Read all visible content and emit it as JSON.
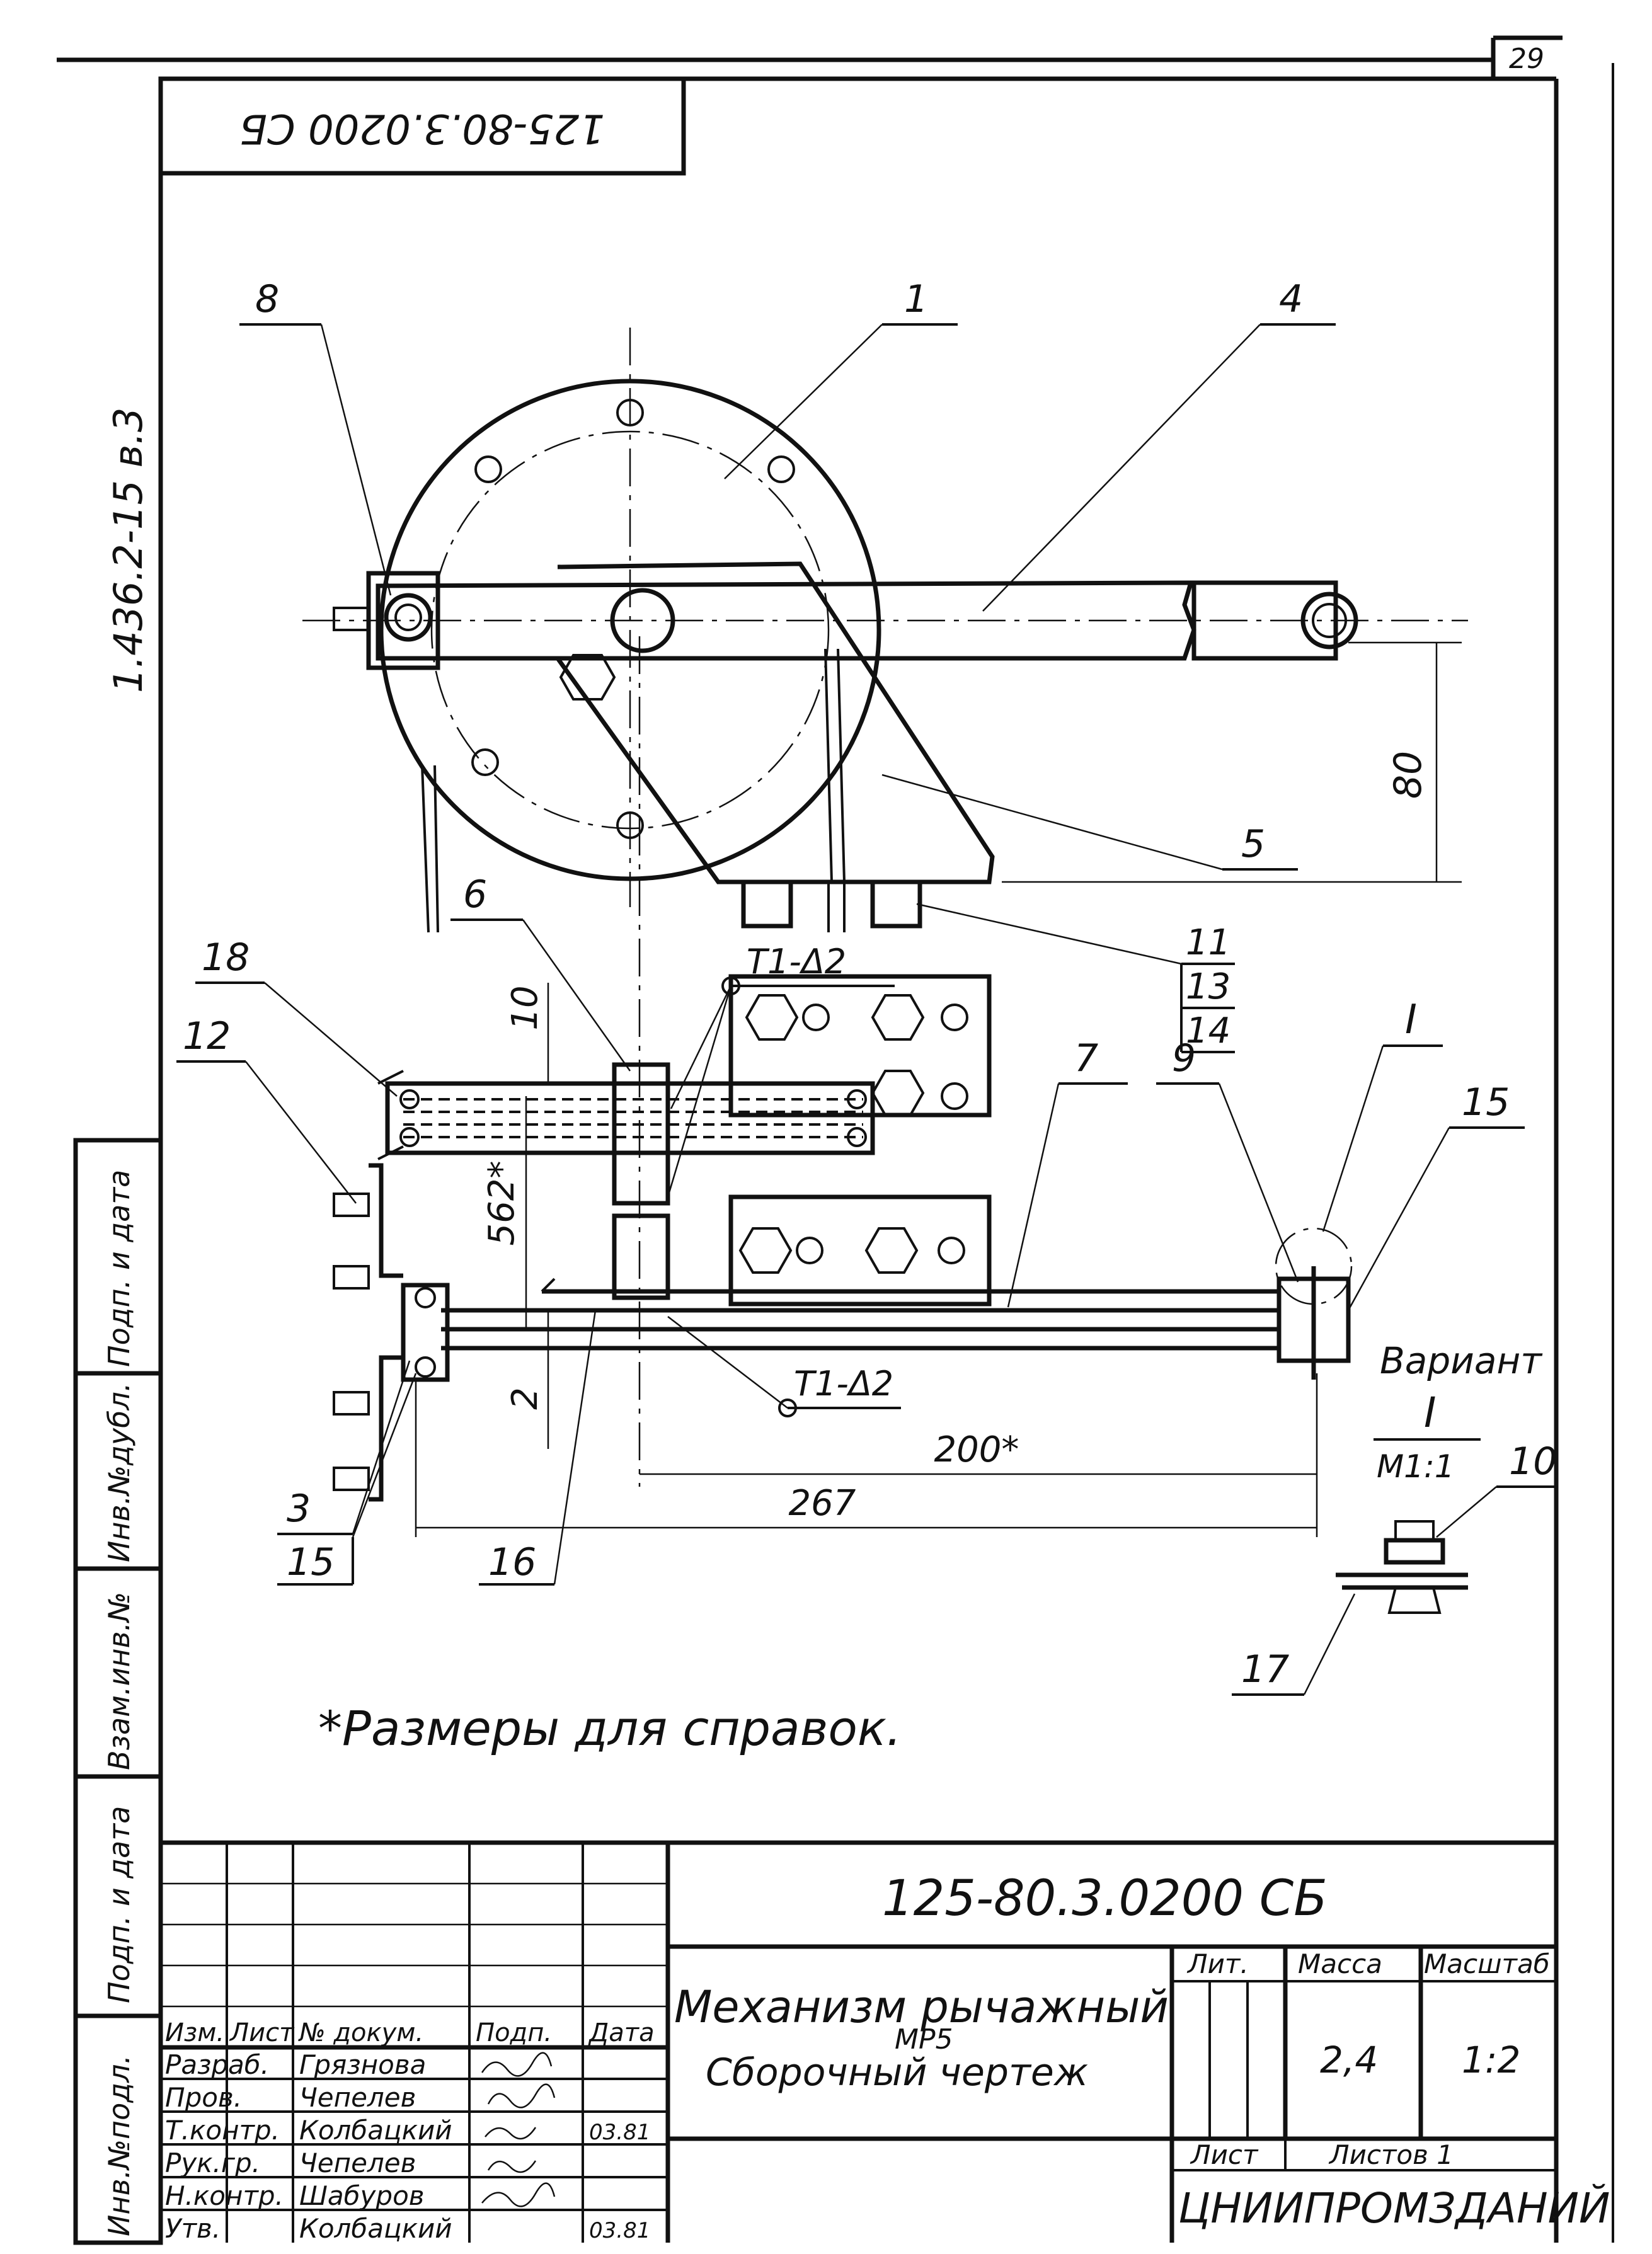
{
  "sheet_number": "29",
  "top_code": "125-80.3.0200 СБ",
  "side_code": "1.436.2-15  в.3",
  "callouts": {
    "c1": "1",
    "c4": "4",
    "c8": "8",
    "c5": "5",
    "c6": "6",
    "c11": "11",
    "c13": "13",
    "c14": "14",
    "c18": "18",
    "c12": "12",
    "c7": "7",
    "c9": "9",
    "cI": "I",
    "c15a": "15",
    "c3": "3",
    "c15b": "15",
    "c16": "16",
    "c10": "10",
    "c17": "17"
  },
  "dimensions": {
    "d80": "80",
    "d10": "10",
    "d562": "562*",
    "d2": "2",
    "d200": "200*",
    "d267": "267"
  },
  "weld_marks": {
    "top": "T1-Δ2",
    "bottom": "T1-Δ2"
  },
  "variant": {
    "label": "Вариант",
    "numeral": "I",
    "scale": "М1:1"
  },
  "note": "*Размеры для справок.",
  "side_strip": [
    "Инв.№подл.",
    "Подп. и дата",
    "Взам.инв.№",
    "Инв.№дубл.",
    "Подп. и дата"
  ],
  "title_block": {
    "code": "125-80.3.0200 СБ",
    "headers": [
      "Изм.",
      "Лист",
      "№ докум.",
      "Подп.",
      "Дата"
    ],
    "rows": [
      {
        "role": "Разраб.",
        "name": "Грязнова",
        "date": ""
      },
      {
        "role": "Пров.",
        "name": "Чепелев",
        "date": ""
      },
      {
        "role": "Т.контр.",
        "name": "Колбацкий",
        "date": "03.81"
      },
      {
        "role": "Рук.гр.",
        "name": "Чепелев",
        "date": ""
      },
      {
        "role": "Н.контр.",
        "name": "Шабуров",
        "date": ""
      },
      {
        "role": "Утв.",
        "name": "Колбацкий",
        "date": "03.81"
      }
    ],
    "name_line1": "Механизм рычажный",
    "name_line2": "МР5",
    "name_line3": "Сборочный чертеж",
    "lit_label": "Лит.",
    "mass_label": "Масса",
    "scale_label": "Масштаб",
    "mass_value": "2,4",
    "scale_value": "1:2",
    "sheet_label": "Лист",
    "sheets_label": "Листов 1",
    "organization": "ЦНИИПРОМЗДАНИЙ"
  }
}
